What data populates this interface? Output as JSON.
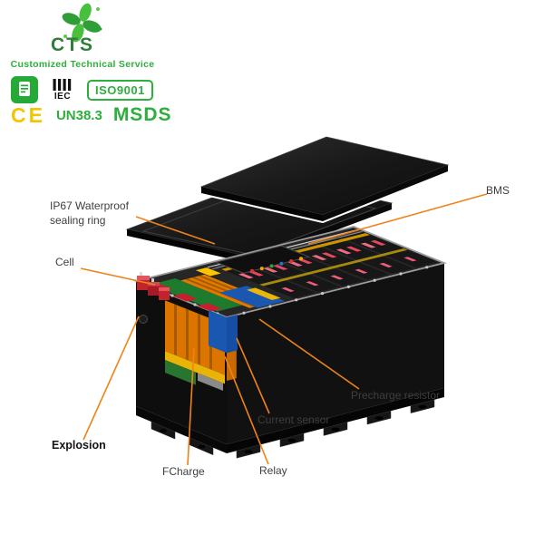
{
  "brand": {
    "name": "CTS",
    "tagline": "Customized Technical Service"
  },
  "certifications": {
    "iec": "IEC",
    "iso": "ISO9001",
    "ce": "CE",
    "un": "UN38.3",
    "msds": "MSDS"
  },
  "diagram": {
    "labels": {
      "ip67": "IP67 Waterproof sealing ring",
      "bms": "BMS",
      "cell": "Cell",
      "explosion": "Explosion",
      "fcharge": "FCharge",
      "relay": "Relay",
      "current_sensor": "Current sensor",
      "precharge_resistor": "Precharge resistor"
    }
  },
  "icons": {
    "logo": "leaf-pinwheel",
    "quality": "green-certificate-badge",
    "iec": "iec-bars"
  },
  "colors": {
    "brand_green": "#2eae3c",
    "ce_gold": "#f2c500",
    "leader_orange": "#f08318",
    "label_text": "#3e3e3e"
  }
}
